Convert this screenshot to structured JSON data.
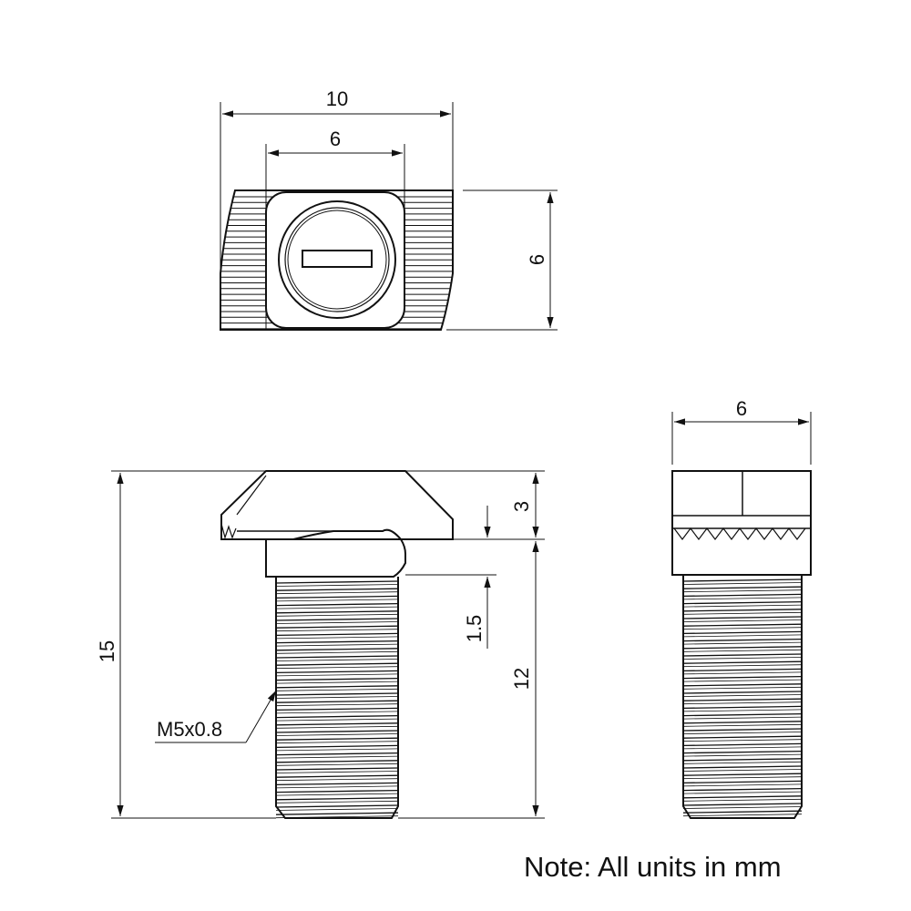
{
  "top_view": {
    "overall_width": "10",
    "slot_width": "6",
    "height": "6"
  },
  "front_view": {
    "total_length": "15",
    "head_height": "3",
    "step_height": "1.5",
    "thread_length": "12",
    "thread_spec": "M5x0.8"
  },
  "side_view": {
    "width": "6"
  },
  "note": "Note: All units in mm"
}
